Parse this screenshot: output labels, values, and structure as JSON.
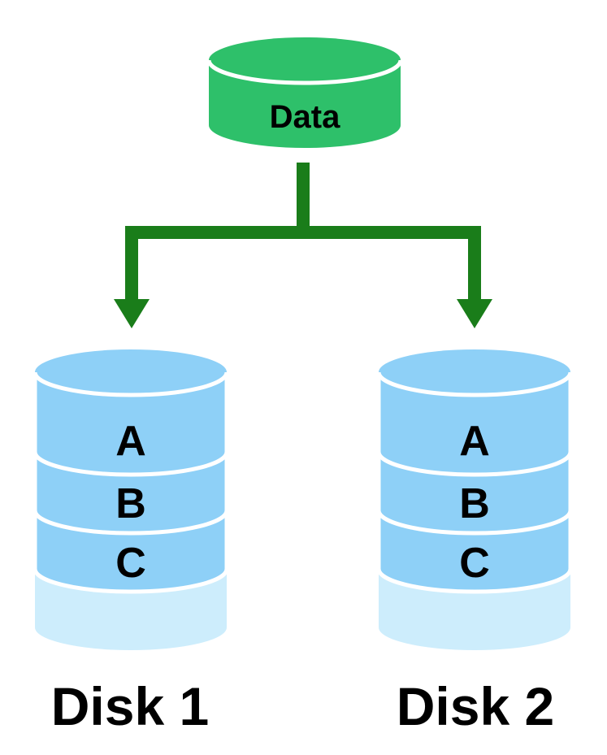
{
  "source": {
    "label": "Data"
  },
  "disks": [
    {
      "label": "Disk 1",
      "segments": [
        "A",
        "B",
        "C"
      ]
    },
    {
      "label": "Disk 2",
      "segments": [
        "A",
        "B",
        "C"
      ]
    }
  ],
  "colors": {
    "source_fill": "#2EC06A",
    "source_top": "#2EC06A",
    "arrow": "#1A7D1A",
    "disk_filled": "#8ED0F7",
    "disk_empty": "#CDEDFC",
    "disk_outline": "#ffffff"
  }
}
